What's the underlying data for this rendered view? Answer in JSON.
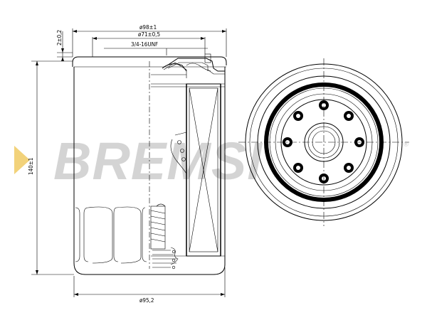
{
  "dimensions": {
    "outer_diameter": "ø98±1",
    "gasket_diameter": "ø71±0,5",
    "thread": "3/4-16UNF",
    "gasket_height": "2±0,2",
    "height": "140±1",
    "base_diameter": "ø95,2"
  },
  "watermark": {
    "brand": "BREMSI",
    "registered": "®"
  },
  "colors": {
    "line": "#000000",
    "watermark": "#d4d4d4",
    "accent": "#f2d27a"
  }
}
